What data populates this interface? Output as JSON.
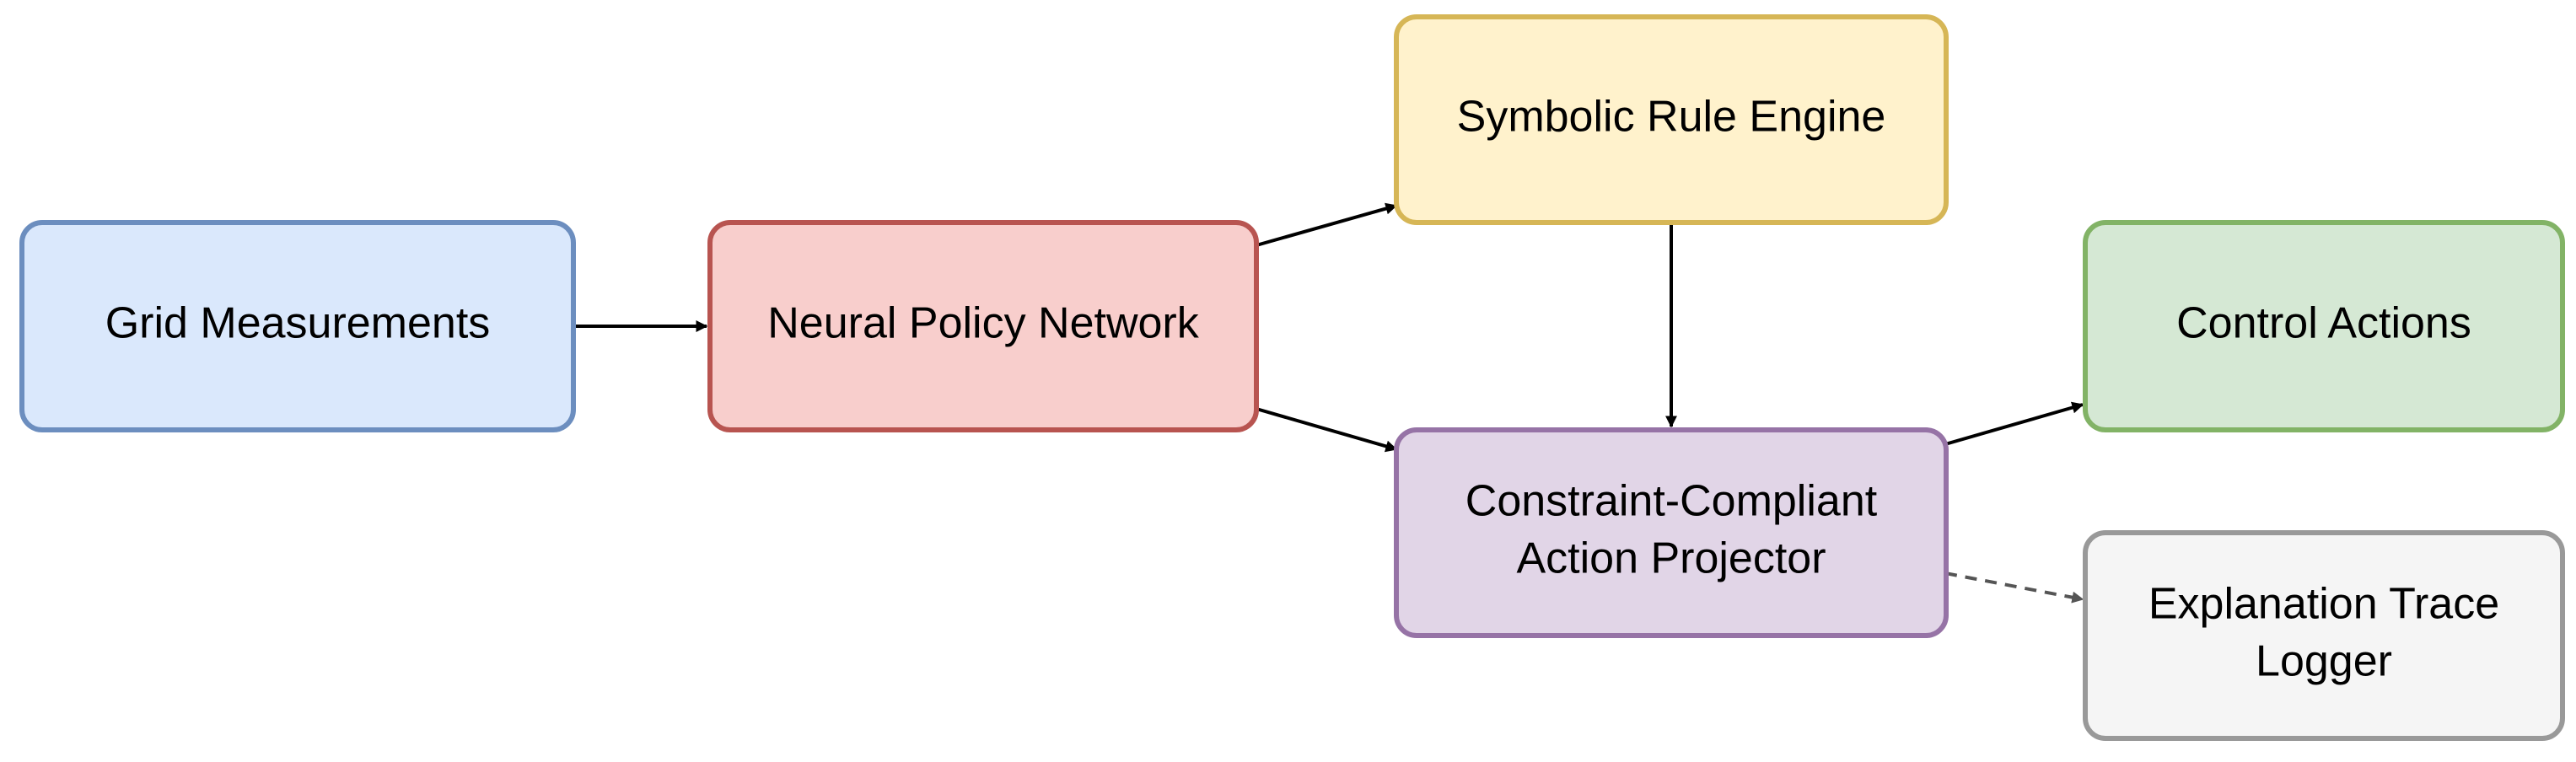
{
  "diagram": {
    "nodes": [
      {
        "id": "grid-measurements",
        "lines": [
          "Grid Measurements"
        ],
        "fill": "#dae8fc",
        "stroke": "#6c8ebf"
      },
      {
        "id": "neural-policy-network",
        "lines": [
          "Neural Policy Network"
        ],
        "fill": "#f8cecc",
        "stroke": "#b85450"
      },
      {
        "id": "symbolic-rule-engine",
        "lines": [
          "Symbolic Rule Engine"
        ],
        "fill": "#fff2cc",
        "stroke": "#d6b656"
      },
      {
        "id": "constraint-compliant-action-projector",
        "lines": [
          "Constraint-Compliant",
          "Action Projector"
        ],
        "fill": "#e1d5e7",
        "stroke": "#9673a6"
      },
      {
        "id": "control-actions",
        "lines": [
          "Control Actions"
        ],
        "fill": "#d5e8d4",
        "stroke": "#82b366"
      },
      {
        "id": "explanation-trace-logger",
        "lines": [
          "Explanation Trace",
          "Logger"
        ],
        "fill": "#f5f5f5",
        "stroke": "#999999"
      }
    ],
    "edges": [
      {
        "from": "grid-measurements",
        "to": "neural-policy-network",
        "style": "solid",
        "color": "#000000"
      },
      {
        "from": "neural-policy-network",
        "to": "symbolic-rule-engine",
        "style": "solid",
        "color": "#000000"
      },
      {
        "from": "neural-policy-network",
        "to": "constraint-compliant-action-projector",
        "style": "solid",
        "color": "#000000"
      },
      {
        "from": "symbolic-rule-engine",
        "to": "constraint-compliant-action-projector",
        "style": "solid",
        "color": "#000000"
      },
      {
        "from": "constraint-compliant-action-projector",
        "to": "control-actions",
        "style": "solid",
        "color": "#000000"
      },
      {
        "from": "constraint-compliant-action-projector",
        "to": "explanation-trace-logger",
        "style": "dashed",
        "color": "#555555"
      }
    ]
  }
}
